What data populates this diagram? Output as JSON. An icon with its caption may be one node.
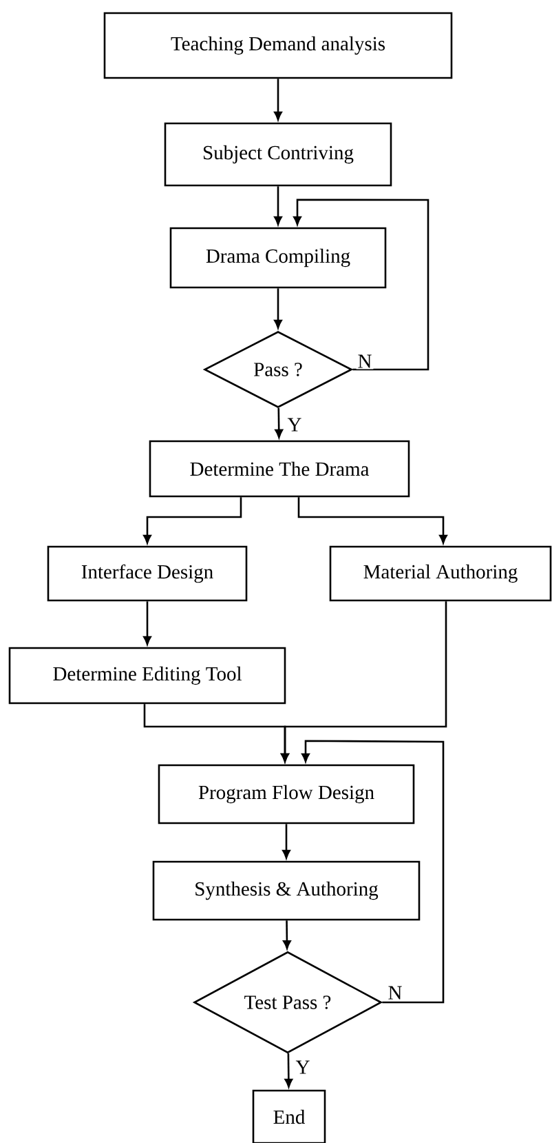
{
  "diagram": {
    "nodes": [
      {
        "text": [
          "Teaching Demand analysis"
        ]
      },
      {
        "text": [
          "Subject Contriving"
        ]
      },
      {
        "text": [
          "Drama Compiling"
        ]
      },
      {
        "text": [
          "Pass ?"
        ]
      },
      {
        "text": [
          "Determine The Drama"
        ]
      },
      {
        "text": [
          "Interface Design"
        ]
      },
      {
        "text": [
          "Material Authoring"
        ]
      },
      {
        "text": [
          "Determine Editing Tool"
        ]
      },
      {
        "text": [
          "Program Flow Design"
        ]
      },
      {
        "text": [
          "Synthesis & Authoring"
        ]
      },
      {
        "text": [
          "Test Pass ?"
        ]
      },
      {
        "text": [
          "End"
        ]
      }
    ],
    "edges": [
      {
        "from": 0,
        "to": 1,
        "arrow": "to"
      },
      {
        "from": 1,
        "to": 2,
        "arrow": "to"
      },
      {
        "from": 2,
        "to": 3,
        "arrow": "to"
      },
      {
        "from": 3,
        "to": 2,
        "arrow": "to",
        "label": "N"
      },
      {
        "from": 3,
        "to": 4,
        "arrow": "to",
        "label": "Y"
      },
      {
        "from": 4,
        "to": 5,
        "arrow": "to"
      },
      {
        "from": 4,
        "to": 6,
        "arrow": "to"
      },
      {
        "from": 5,
        "to": 7,
        "arrow": "to"
      },
      {
        "from": 7,
        "to": 8,
        "arrow": "to"
      },
      {
        "from": 6,
        "to": 8,
        "arrow": "to"
      },
      {
        "from": 8,
        "to": 9,
        "arrow": "to"
      },
      {
        "from": 9,
        "to": 10,
        "arrow": "to"
      },
      {
        "from": 10,
        "to": 8,
        "arrow": "to",
        "label": "N"
      },
      {
        "from": 10,
        "to": 11,
        "arrow": "to",
        "label": "Y"
      }
    ]
  }
}
